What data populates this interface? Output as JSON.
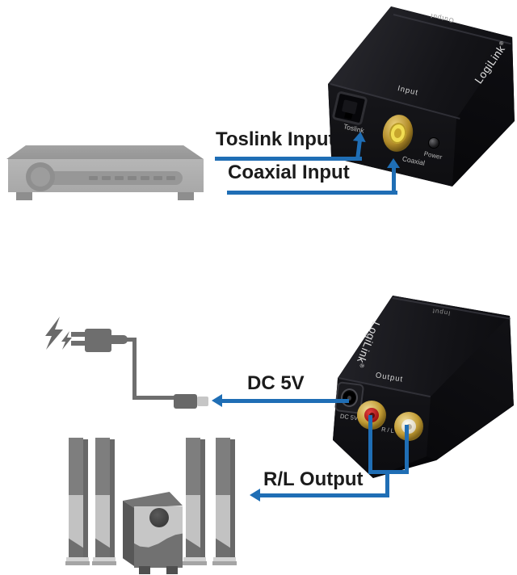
{
  "colors": {
    "arrow_blue": "#1f6eb5",
    "label_text": "#1b1b1b",
    "box_black": "#0d0d10",
    "coax_yellow": "#f0dc52",
    "rca_red": "#c41818",
    "rca_white": "#eae4d4"
  },
  "top_diagram": {
    "toslink_label": "Toslink Input",
    "coaxial_label": "Coaxial Input",
    "converter": {
      "brand": "LogiLink",
      "brand_mark": "®",
      "back_edge_label": "Output",
      "front_edge_label": "Input",
      "toslink_port_label": "Toslink",
      "coaxial_port_label": "Coaxial",
      "power_label": "Power"
    }
  },
  "bottom_diagram": {
    "dc_label": "DC 5V",
    "rl_label": "R/L Output",
    "converter": {
      "brand": "LogiLink",
      "brand_mark": "®",
      "back_edge_label": "Input",
      "front_edge_label": "Output",
      "dc_port_label": "DC 5V",
      "rl_port_label": "R / L"
    }
  }
}
